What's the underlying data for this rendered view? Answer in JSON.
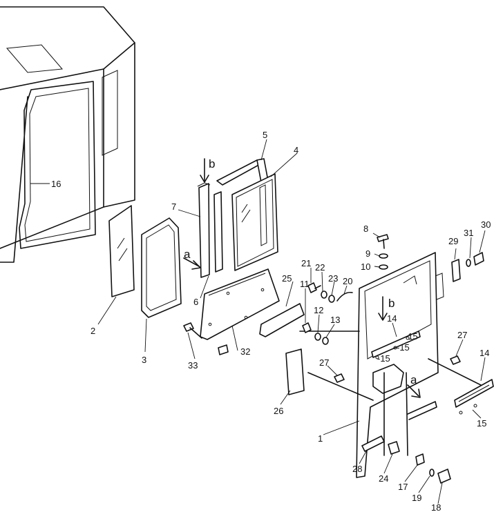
{
  "labels": {
    "p1": "1",
    "p2": "2",
    "p3": "3",
    "p4": "4",
    "p5": "5",
    "p6": "6",
    "p7": "7",
    "p8": "8",
    "p9": "9",
    "p10": "10",
    "p11": "11",
    "p12": "12",
    "p13": "13",
    "p14a": "14",
    "p14b": "14",
    "p15a": "-15",
    "p15b": "-15",
    "p15c": "-15",
    "p15d": "15",
    "p16": "16",
    "p17": "17",
    "p18": "18",
    "p19": "19",
    "p20": "20",
    "p21": "21",
    "p22": "22",
    "p23": "23",
    "p24": "24",
    "p25": "25",
    "p26": "26",
    "p27a": "27",
    "p27b": "27",
    "p28": "28",
    "p29": "29",
    "p30": "30",
    "p31": "31",
    "p32": "32",
    "p33": "33"
  },
  "markers": {
    "a1": "a",
    "a2": "a",
    "b1": "b",
    "b2": "b"
  }
}
